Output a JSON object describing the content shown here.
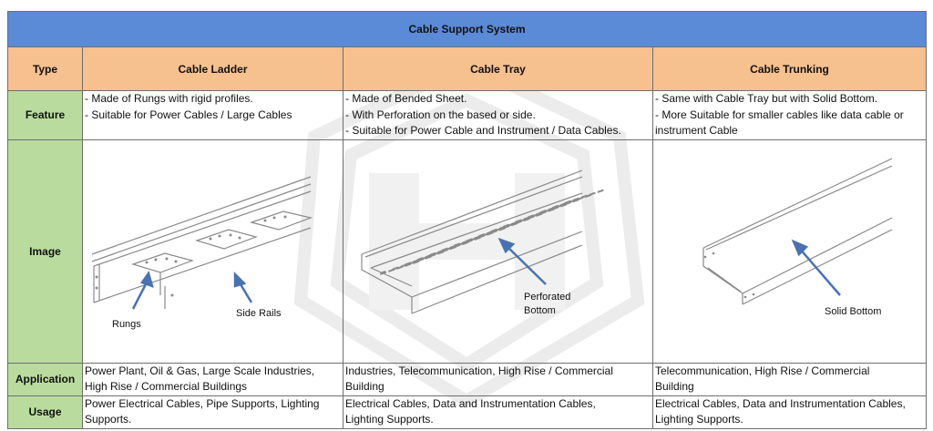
{
  "table": {
    "title": "Cable Support System",
    "headers": [
      "Type",
      "Cable Ladder",
      "Cable Tray",
      "Cable Trunking"
    ],
    "rows": {
      "feature": {
        "label": "Feature",
        "ladder": [
          "- Made of Rungs with rigid profiles.",
          "- Suitable for Power Cables / Large Cables"
        ],
        "tray": [
          "- Made of Bended Sheet.",
          "- With Perforation on the based or side.",
          "- Suitable for Power Cable and Instrument / Data Cables."
        ],
        "trunking": [
          "- Same with Cable Tray but with Solid Bottom.",
          "- More Suitable for smaller cables like data cable or",
          "instrument Cable"
        ]
      },
      "image": {
        "label": "Image",
        "ladder_labels": {
          "rungs": "Rungs",
          "side_rails": "Side Rails"
        },
        "tray_labels": {
          "perforated_1": "Perforated",
          "perforated_2": "Bottom"
        },
        "trunking_labels": {
          "solid_bottom": "Solid Bottom"
        }
      },
      "application": {
        "label": "Application",
        "ladder": [
          "Power Plant, Oil & Gas, Large Scale Industries,",
          "High Rise / Commercial Buildings"
        ],
        "tray": [
          "Industries, Telecommunication, High Rise / Commercial",
          "Building"
        ],
        "trunking": [
          "Telecommunication, High Rise / Commercial",
          "Building"
        ]
      },
      "usage": {
        "label": "Usage",
        "ladder": [
          "Power Electrical Cables, Pipe Supports, Lighting",
          "Supports."
        ],
        "tray": [
          "Electrical Cables, Data and Instrumentation Cables,",
          "Lighting Supports."
        ],
        "trunking": [
          "Electrical Cables, Data and Instrumentation Cables,",
          "Lighting Supports."
        ]
      }
    }
  },
  "colors": {
    "title_bg": "#5b8ad6",
    "header_bg": "#f6c08f",
    "rowlabel_bg": "#b9dc9e",
    "arrow": "#4a72b0"
  }
}
